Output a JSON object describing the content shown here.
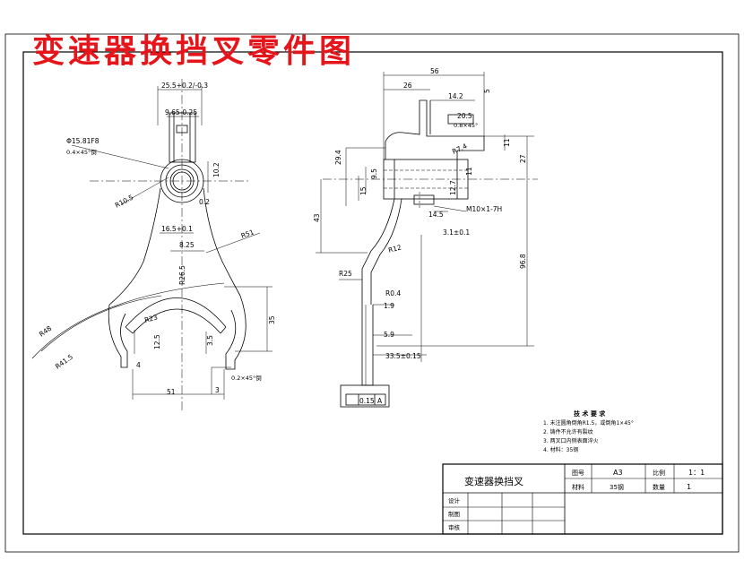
{
  "title": "变速器换挡叉零件图",
  "left_view": {
    "dims": [
      "25.5+0.2/-0.3",
      "9.65-0.25",
      "Φ15.81F8",
      "0.4×45°倒",
      "R10.5",
      "10.2",
      "0.2",
      "16.5+0.1",
      "8.25",
      "R51",
      "R26.5",
      "R23",
      "12.5",
      "3.5",
      "35",
      "R41.5",
      "R48",
      "0.2×45°倒",
      "51",
      "4",
      "3"
    ]
  },
  "right_view": {
    "dims": [
      "56",
      "26",
      "14.2",
      "5",
      "20.5",
      "0.8×45°",
      "11",
      "R7.4",
      "29.4",
      "27",
      "9.5",
      "15",
      "12.7",
      "11",
      "43",
      "14.5",
      "M10×1-7H",
      "3.1±0.1",
      "R12",
      "96.8",
      "R25",
      "R0.4",
      "1.9",
      "5.9",
      "33.5±0.15",
      "0.15",
      "A"
    ]
  },
  "tech": {
    "heading": "技 术 要 求",
    "items": [
      "1. 未注圆角倒角R1.5，或倒角1×45°",
      "2. 铸件不允许有裂纹",
      "3. 两叉口内侧表面淬火",
      "4. 材料：35钢"
    ]
  },
  "title_block": {
    "part_name": "变速器换挡叉",
    "drawing_no_label": "图号",
    "drawing_no": "A3",
    "scale_label": "比例",
    "scale": "1：1",
    "material_label": "材料",
    "material": "35钢",
    "qty_label": "数量",
    "qty": "1",
    "designer_label": "设计",
    "drafter_label": "制图",
    "reviewer_label": "审核"
  }
}
